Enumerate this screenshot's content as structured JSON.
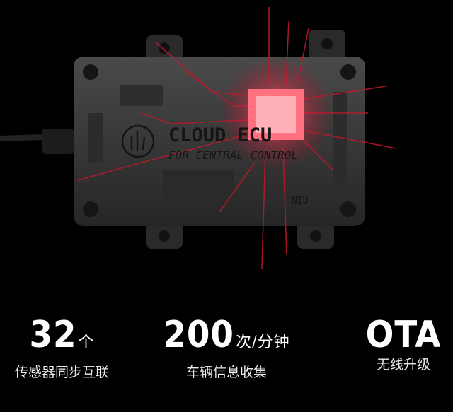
{
  "product": {
    "title": "CLOUD ECU",
    "subtitle": "FOR CENTRAL CONTROL",
    "brand": "NIU"
  },
  "stats": [
    {
      "value": "32",
      "unit": "个",
      "caption": "传感器同步互联"
    },
    {
      "value": "200",
      "unit": "次/分钟",
      "caption": "车辆信息收集"
    },
    {
      "value": "OTA",
      "unit": "",
      "caption": "无线升级"
    }
  ],
  "colors": {
    "background": "#000000",
    "accent": "#e0203a",
    "chip": "#ff5a70",
    "board": "#3a3a3a"
  }
}
